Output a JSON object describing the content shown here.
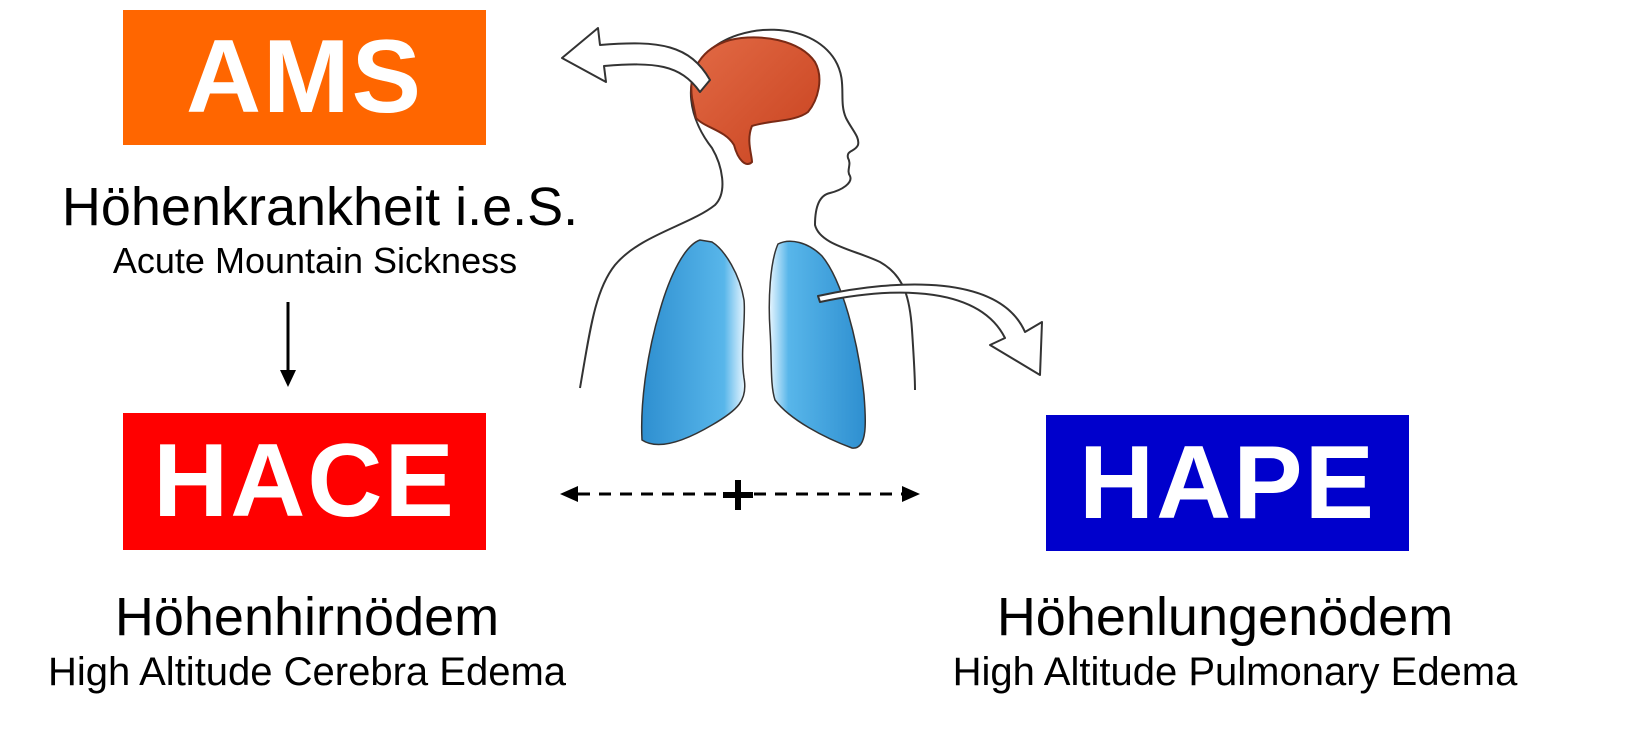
{
  "colors": {
    "ams": "#FF6600",
    "hace": "#FF0000",
    "hape": "#0000CC",
    "brain": "#D9502E",
    "lungs": "#3FA6E0"
  },
  "ams": {
    "abbr": "AMS",
    "title": "Höhenkrankheit i.e.S.",
    "subtitle": "Acute Mountain Sickness"
  },
  "hace": {
    "abbr": "HACE",
    "title": "Höhenhirnödem",
    "subtitle": "High Altitude Cerebra Edema"
  },
  "hape": {
    "abbr": "HAPE",
    "title": "Höhenlungenödem",
    "subtitle": "High Altitude Pulmonary Edema"
  },
  "icons": [
    "head-silhouette-icon",
    "brain-icon",
    "lungs-icon"
  ]
}
